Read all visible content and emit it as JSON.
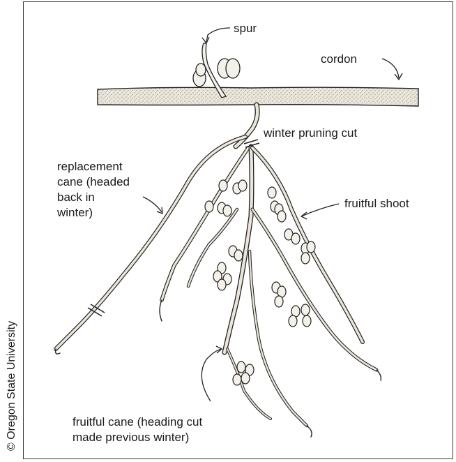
{
  "labels": {
    "spur": "spur",
    "cordon": "cordon",
    "winter_pruning_cut": "winter pruning cut",
    "replacement_cane": [
      "replacement",
      "cane (headed",
      "back in",
      "winter)"
    ],
    "fruitful_shoot": "fruitful shoot",
    "fruitful_cane": [
      "fruitful cane (heading cut",
      "made previous winter)"
    ]
  },
  "copyright": "© Oregon State University",
  "colors": {
    "ink": "#1a1a1a",
    "wood": "#e7e2d6",
    "stipple": "#4a4a4a"
  }
}
